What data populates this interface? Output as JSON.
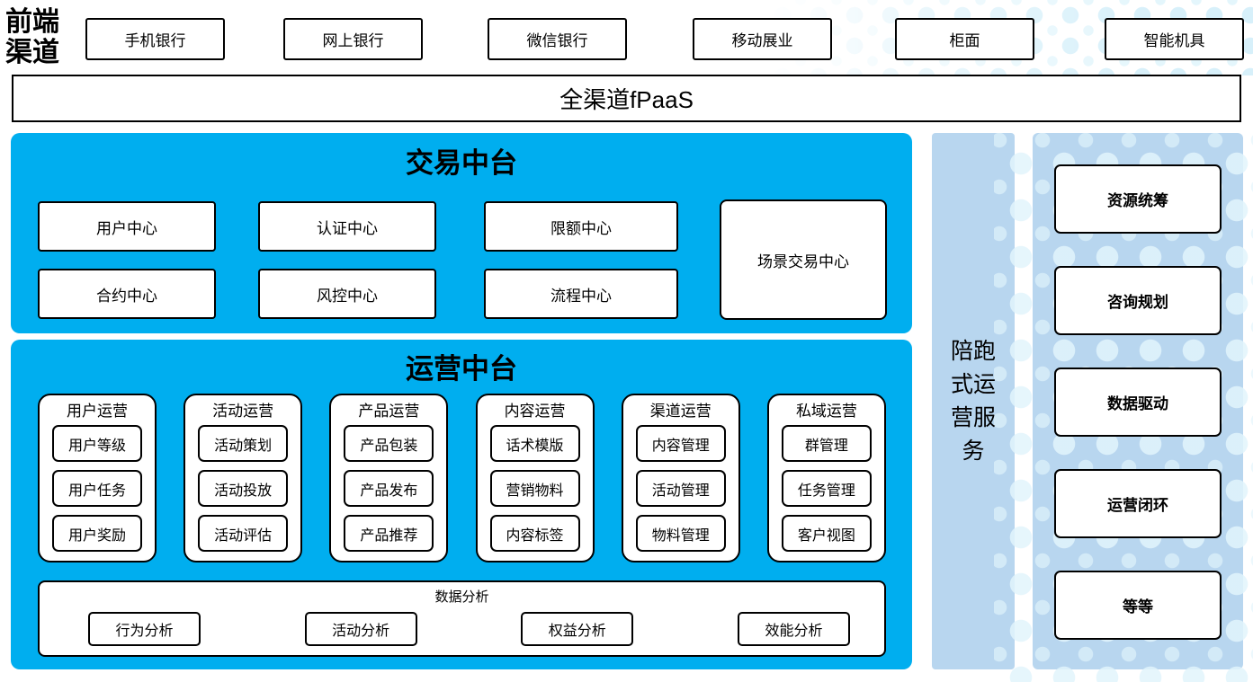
{
  "colors": {
    "platform_blue": "#00AEEF",
    "panel_blue": "#B8D6EF",
    "dot_blue": "#D7F0FA",
    "box_border": "#000000"
  },
  "front_channels": {
    "label": "前端渠道",
    "items": [
      "手机银行",
      "网上银行",
      "微信银行",
      "移动展业",
      "柜面",
      "智能机具"
    ]
  },
  "omni_channel_bar": {
    "label": "全渠道fPaaS"
  },
  "trade_platform": {
    "title": "交易中台",
    "centers": [
      "用户中心",
      "认证中心",
      "限额中心",
      "合约中心",
      "风控中心",
      "流程中心"
    ],
    "scene_center": "场景交易中心"
  },
  "operation_platform": {
    "title": "运营中台",
    "columns": [
      {
        "header": "用户运营",
        "items": [
          "用户等级",
          "用户任务",
          "用户奖励"
        ]
      },
      {
        "header": "活动运营",
        "items": [
          "活动策划",
          "活动投放",
          "活动评估"
        ]
      },
      {
        "header": "产品运营",
        "items": [
          "产品包装",
          "产品发布",
          "产品推荐"
        ]
      },
      {
        "header": "内容运营",
        "items": [
          "话术模版",
          "营销物料",
          "内容标签"
        ]
      },
      {
        "header": "渠道运营",
        "items": [
          "内容管理",
          "活动管理",
          "物料管理"
        ]
      },
      {
        "header": "私域运营",
        "items": [
          "群管理",
          "任务管理",
          "客户视图"
        ]
      }
    ],
    "data_analysis": {
      "title": "数据分析",
      "items": [
        "行为分析",
        "活动分析",
        "权益分析",
        "效能分析"
      ]
    }
  },
  "companion_service": {
    "label": "陪跑式运营服务"
  },
  "service_panel": {
    "items": [
      "资源统筹",
      "咨询规划",
      "数据驱动",
      "运营闭环",
      "等等"
    ]
  }
}
